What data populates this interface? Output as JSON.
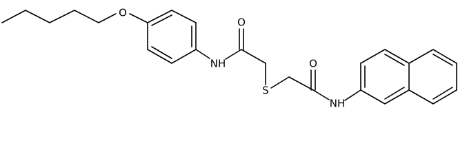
{
  "molecule": {
    "atoms": {
      "ether_oxygen": "O",
      "amide1_oxygen": "O",
      "amide1_nitrogen": "NH",
      "sulfur": "S",
      "amide2_oxygen": "O",
      "amide2_nitrogen": "NH"
    },
    "colors": {
      "bond": "#000000",
      "label": "#000000",
      "background": "#ffffff"
    }
  }
}
